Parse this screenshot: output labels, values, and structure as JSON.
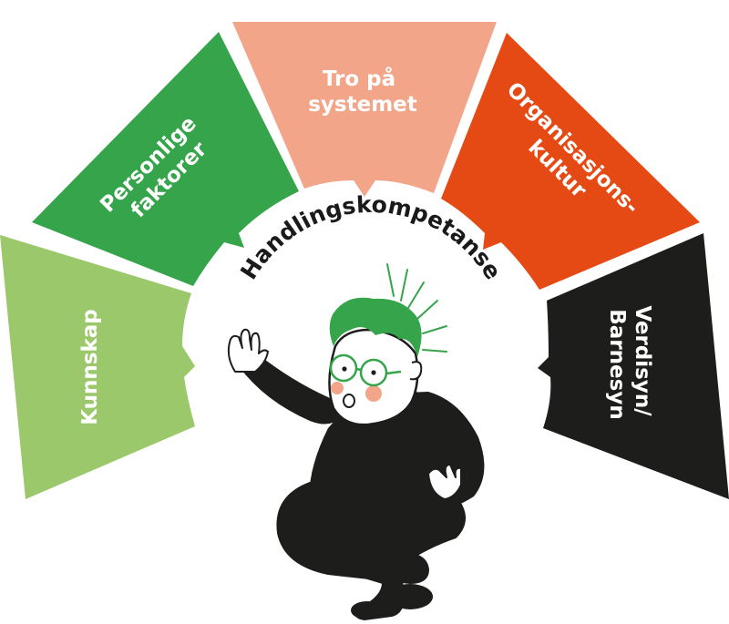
{
  "diagram": {
    "center_label": "Handlingskompetanse",
    "segments": [
      {
        "id": "kunnskap",
        "lines": [
          "Kunnskap"
        ],
        "color": "#9bc86a"
      },
      {
        "id": "personlige-faktorer",
        "lines": [
          "Personlige",
          "faktorer"
        ],
        "color": "#35a44a"
      },
      {
        "id": "tro-pa-systemet",
        "lines": [
          "Tro på",
          "systemet"
        ],
        "color": "#f3a58a"
      },
      {
        "id": "organisasjonskultur",
        "lines": [
          "Organisasjons-",
          "kultur"
        ],
        "color": "#e64a14"
      },
      {
        "id": "verdisyn-barnesyn",
        "lines": [
          "Verdisyn/",
          "Barnesyn"
        ],
        "color": "#1d1d1b"
      }
    ],
    "illustration": {
      "icon": "thinking-person-icon",
      "hair_color": "#35a44a",
      "body_color": "#1d1d1b",
      "cheek_color": "#f3a58a"
    }
  }
}
